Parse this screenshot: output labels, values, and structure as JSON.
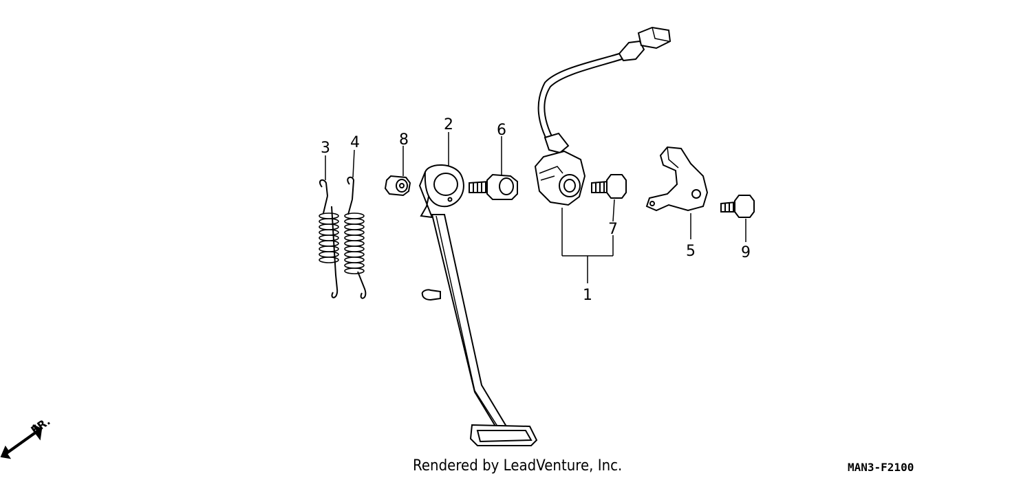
{
  "callouts": {
    "c1": "1",
    "c2": "2",
    "c3": "3",
    "c4": "4",
    "c5": "5",
    "c6": "6",
    "c7": "7",
    "c8": "8",
    "c9": "9"
  },
  "direction_label": "FR.",
  "footer_text": "Rendered by LeadVenture, Inc.",
  "diagram_code": "MAN3-F2100"
}
